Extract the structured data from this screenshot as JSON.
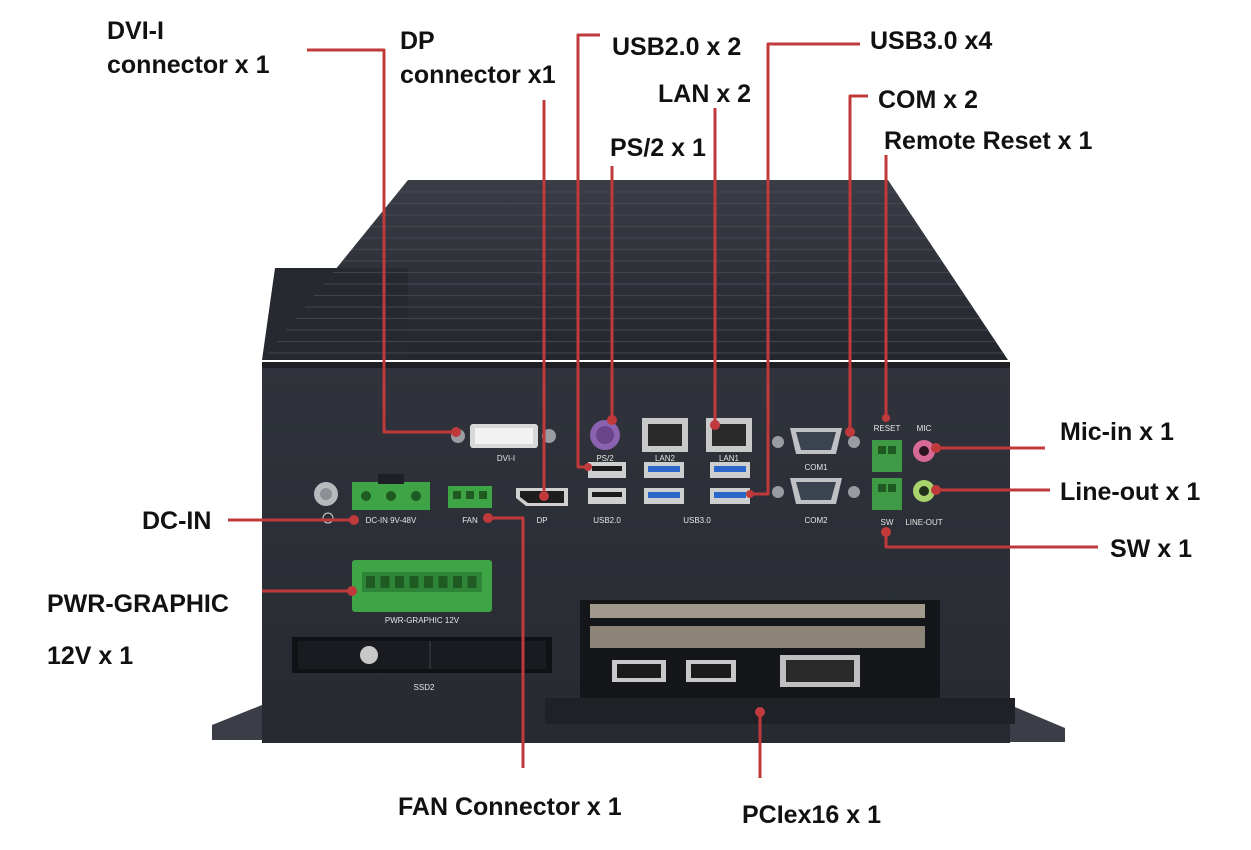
{
  "diagram": {
    "accent_color": "#c0393b",
    "chassis_color": "#2b2e36",
    "callouts": [
      {
        "id": "dvi-i",
        "lines": [
          "DVI-I",
          "connector x 1"
        ]
      },
      {
        "id": "dp",
        "lines": [
          "DP",
          "connector x1"
        ]
      },
      {
        "id": "usb2",
        "lines": [
          "USB2.0 x 2"
        ]
      },
      {
        "id": "usb3",
        "lines": [
          "USB3.0 x4"
        ]
      },
      {
        "id": "lan",
        "lines": [
          "LAN x 2"
        ]
      },
      {
        "id": "ps2",
        "lines": [
          "PS/2 x 1"
        ]
      },
      {
        "id": "com",
        "lines": [
          "COM x 2"
        ]
      },
      {
        "id": "remote-reset",
        "lines": [
          "Remote Reset x 1"
        ]
      },
      {
        "id": "mic-in",
        "lines": [
          "Mic-in x 1"
        ]
      },
      {
        "id": "line-out",
        "lines": [
          "Line-out x 1"
        ]
      },
      {
        "id": "sw",
        "lines": [
          "SW x 1"
        ]
      },
      {
        "id": "dc-in",
        "lines": [
          "DC-IN"
        ]
      },
      {
        "id": "pwr-graphic",
        "lines": [
          "PWR-GRAPHIC",
          "12V x 1"
        ]
      },
      {
        "id": "fan",
        "lines": [
          "FAN Connector x 1"
        ]
      },
      {
        "id": "pcie",
        "lines": [
          "PCIex16 x 1"
        ]
      }
    ],
    "panel_labels": {
      "dvi": "DVI-I",
      "ps2": "PS/2",
      "lan2": "LAN2",
      "lan1": "LAN1",
      "com1": "COM1",
      "com2": "COM2",
      "reset": "RESET",
      "mic": "MIC",
      "dcin": "DC-IN 9V-48V",
      "fan": "FAN",
      "dp": "DP",
      "usb2": "USB2.0",
      "usb3": "USB3.0",
      "sw": "SW",
      "lineout": "LINE-OUT",
      "pwr_graphic": "PWR-GRAPHIC 12V",
      "ssd": "SSD2"
    }
  }
}
